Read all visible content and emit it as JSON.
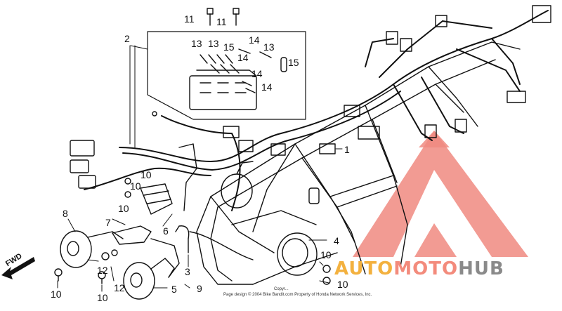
{
  "callouts": {
    "n11a": "11",
    "n11b": "11",
    "n2": "2",
    "n13a": "13",
    "n13b": "13",
    "n13c": "13",
    "n15a": "15",
    "n15b": "15",
    "n14a": "14",
    "n14b": "14",
    "n14c": "14",
    "n14d": "14",
    "n1": "1",
    "n10a": "10",
    "n10b": "10",
    "n10c": "10",
    "n10d": "10",
    "n10e": "10",
    "n10f": "10",
    "n7": "7",
    "n8": "8",
    "n6": "6",
    "n4": "4",
    "n12a": "12",
    "n12b": "12",
    "n3": "3",
    "n5": "5",
    "n9": "9"
  },
  "fwd_label": "FWD",
  "copyright": "Page design © 2004 Bike Bandit.com Property of Honda Network Services, Inc.",
  "copyright_top": "Copyr...",
  "watermark": {
    "part_a": "AUTO",
    "part_b": "MOTO",
    "part_c": "HUB",
    "colors": {
      "auto": "#f3b13f",
      "moto": "#f38b7c",
      "hub": "#8a8a8a",
      "triangle": "#f08a80"
    }
  }
}
